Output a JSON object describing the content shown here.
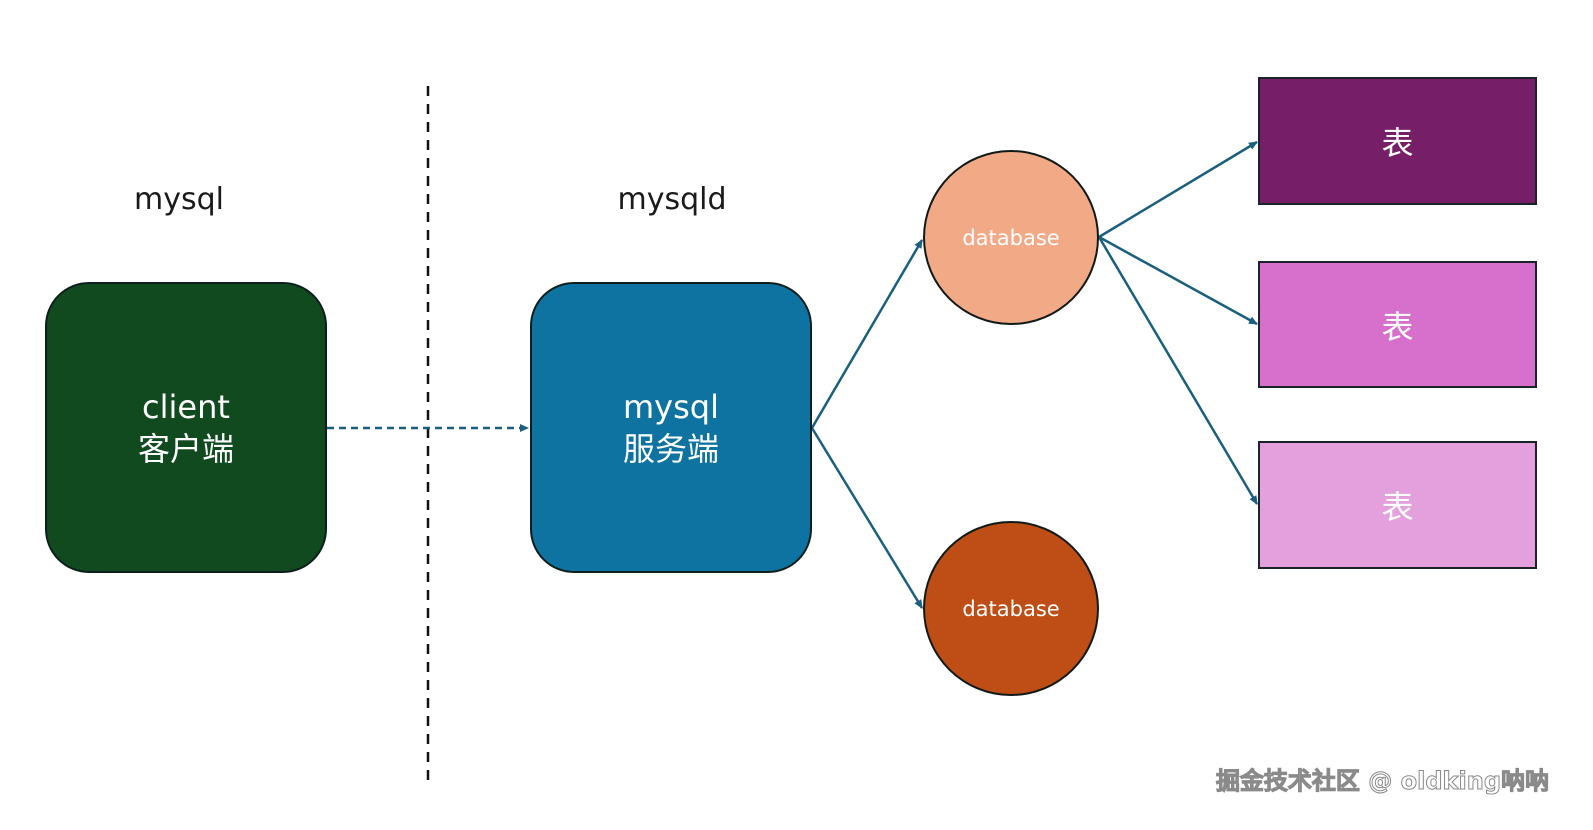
{
  "captions": {
    "client_side": "mysql",
    "server_side": "mysqld"
  },
  "client_box": {
    "line1": "client",
    "line2": "客户端",
    "color": "#124a1f"
  },
  "server_box": {
    "line1": "mysql",
    "line2": "服务端",
    "color": "#0e73a0"
  },
  "databases": [
    {
      "label": "database",
      "color": "#f2aa86"
    },
    {
      "label": "database",
      "color": "#be4e15"
    }
  ],
  "tables": [
    {
      "label": "表",
      "color": "#761f68"
    },
    {
      "label": "表",
      "color": "#d76fcd"
    },
    {
      "label": "表",
      "color": "#e4a0dc"
    }
  ],
  "connector_color": "#1a5f7f",
  "watermark": "掘金技术社区 @ oldking呐呐"
}
